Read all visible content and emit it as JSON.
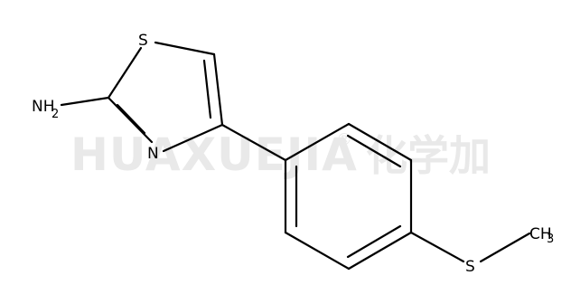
{
  "watermark": {
    "latin": "HUAXUEJIA",
    "registered": "®",
    "chinese": "化学加",
    "color": "#e9e9e9"
  },
  "structure": {
    "bond_color": "#000000",
    "atoms": {
      "sulfur_ring": "S",
      "nitrogen_ring": "N",
      "amine_n": "NH",
      "amine_sub": "2",
      "sulfur_thioether": "S",
      "methyl": "CH",
      "methyl_sub": "3"
    }
  }
}
